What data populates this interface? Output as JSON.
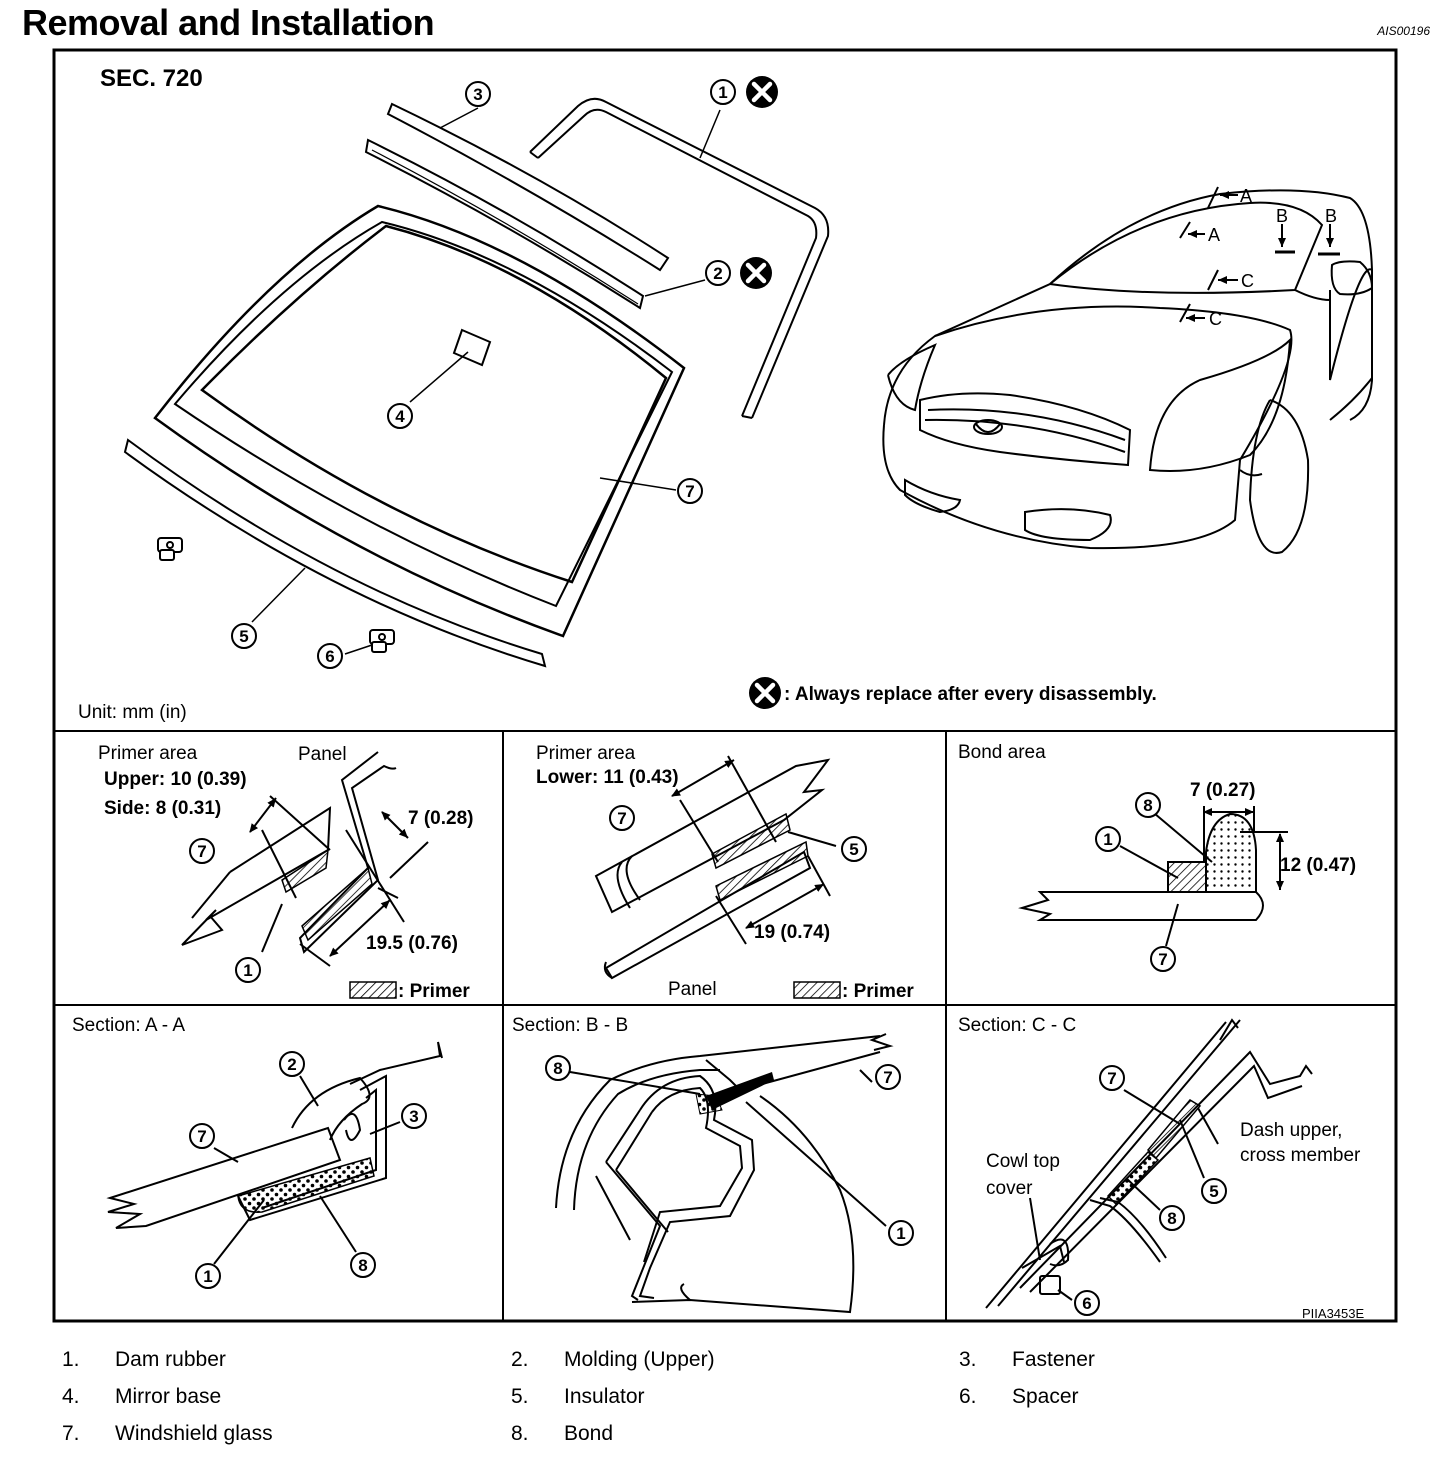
{
  "header": {
    "title": "Removal and Installation",
    "doc_code": "AIS00196"
  },
  "overview": {
    "section": "SEC. 720",
    "unit": "Unit: mm (in)",
    "replace_note": ": Always replace after every disassembly.",
    "markers": [
      "A",
      "A",
      "B",
      "B",
      "C",
      "C"
    ]
  },
  "callouts": [
    "1",
    "2",
    "3",
    "4",
    "5",
    "6",
    "7",
    "8"
  ],
  "primer_upper": {
    "heading": "Primer area",
    "upper": "Upper: 10 (0.39)",
    "side": "Side: 8 (0.31)",
    "panel": "Panel",
    "dim1": "7 (0.28)",
    "dim2": "19.5 (0.76)",
    "legend": ": Primer"
  },
  "primer_lower": {
    "heading": "Primer area",
    "lower": "Lower: 11 (0.43)",
    "dim1": "19 (0.74)",
    "panel": "Panel",
    "legend": ": Primer"
  },
  "bond_area": {
    "heading": "Bond area",
    "dim1": "7 (0.27)",
    "dim2": "12 (0.47)"
  },
  "section_aa": {
    "heading": "Section: A - A"
  },
  "section_bb": {
    "heading": "Section: B - B"
  },
  "section_cc": {
    "heading": "Section: C - C",
    "cowl_line1": "Cowl top",
    "cowl_line2": "cover",
    "dash_line1": "Dash upper,",
    "dash_line2": "cross member",
    "fig_code": "PIIA3453E"
  },
  "legend": [
    {
      "num": "1.",
      "label": "Dam rubber"
    },
    {
      "num": "2.",
      "label": "Molding (Upper)"
    },
    {
      "num": "3.",
      "label": "Fastener"
    },
    {
      "num": "4.",
      "label": "Mirror base"
    },
    {
      "num": "5.",
      "label": "Insulator"
    },
    {
      "num": "6.",
      "label": "Spacer"
    },
    {
      "num": "7.",
      "label": "Windshield glass"
    },
    {
      "num": "8.",
      "label": "Bond"
    }
  ]
}
